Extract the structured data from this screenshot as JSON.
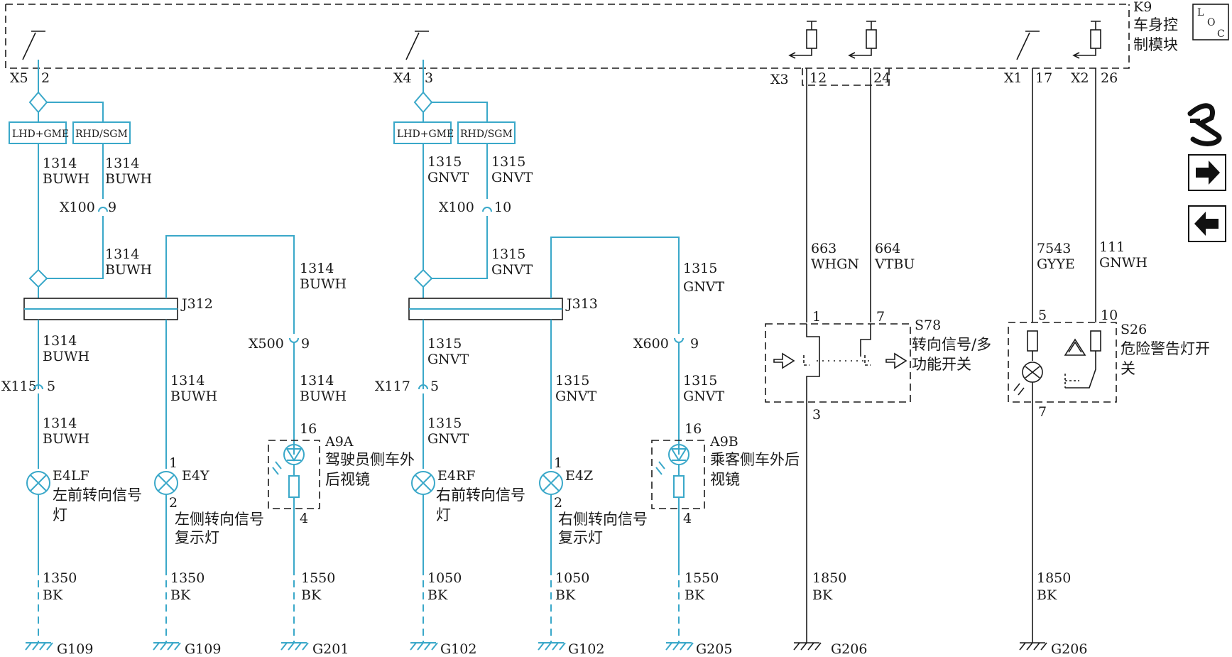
{
  "module": {
    "id": "K9",
    "name_l1": "车身控",
    "name_l2": "制模块",
    "loc_l": "L",
    "loc_o": "O",
    "loc_c": "C"
  },
  "connectors": {
    "x5": "X5",
    "x5_pin": "2",
    "x4": "X4",
    "x4_pin": "3",
    "x3": "X3",
    "x3_pin_a": "12",
    "x3_pin_b": "24",
    "x1": "X1",
    "x1_pin": "17",
    "x2": "X2",
    "x2_pin": "26"
  },
  "options": {
    "lhd": "LHD+GME",
    "rhd": "RHD/SGM"
  },
  "circuits": {
    "c1314": "1314",
    "buwh": "BUWH",
    "c1315": "1315",
    "gnvt": "GNVT",
    "c663": "663",
    "whgn": "WHGN",
    "c664": "664",
    "vtbu": "VTBU",
    "c7543": "7543",
    "gyye": "GYYE",
    "c111": "111",
    "gnwh": "GNWH",
    "c1350": "1350",
    "c1050": "1050",
    "c1550": "1550",
    "c1850": "1850",
    "bk": "BK"
  },
  "inline": {
    "x100": "X100",
    "x100_pin_a": "9",
    "x100_pin_b": "10",
    "x500": "X500",
    "x500_pin": "9",
    "x600": "X600",
    "x600_pin": "9",
    "x115": "X115",
    "x115_pin": "5",
    "x117": "X117",
    "x117_pin": "5"
  },
  "splices": {
    "j312": "J312",
    "j313": "J313"
  },
  "components": {
    "e4lf": "E4LF",
    "e4lf_l1": "左前转向信号",
    "e4lf_l2": "灯",
    "e4y": "E4Y",
    "e4y_l1": "左侧转向信号",
    "e4y_l2": "复示灯",
    "e4y_p1": "1",
    "e4y_p2": "2",
    "a9a": "A9A",
    "a9a_l1": "驾驶员侧车外",
    "a9a_l2": "后视镜",
    "a9a_p16": "16",
    "a9a_p4": "4",
    "e4rf": "E4RF",
    "e4rf_l1": "右前转向信号",
    "e4rf_l2": "灯",
    "e4z": "E4Z",
    "e4z_l1": "右侧转向信号",
    "e4z_l2": "复示灯",
    "e4z_p1": "1",
    "e4z_p2": "2",
    "a9b": "A9B",
    "a9b_l1": "乘客侧车外后",
    "a9b_l2": "视镜",
    "a9b_p16": "16",
    "a9b_p4": "4",
    "s78": "S78",
    "s78_l1": "转向信号/多",
    "s78_l2": "功能开关",
    "s78_p1": "1",
    "s78_p7": "7",
    "s78_p3": "3",
    "s26": "S26",
    "s26_l1": "危险警告灯开",
    "s26_l2": "关",
    "s26_p5": "5",
    "s26_p10": "10",
    "s26_p7": "7"
  },
  "grounds": {
    "g109": "G109",
    "g201": "G201",
    "g102": "G102",
    "g205": "G205",
    "g206": "G206"
  },
  "nav": {
    "right_icon": "arrow-right-icon",
    "left_icon": "arrow-left-icon",
    "cable_icon": "cable-icon"
  }
}
